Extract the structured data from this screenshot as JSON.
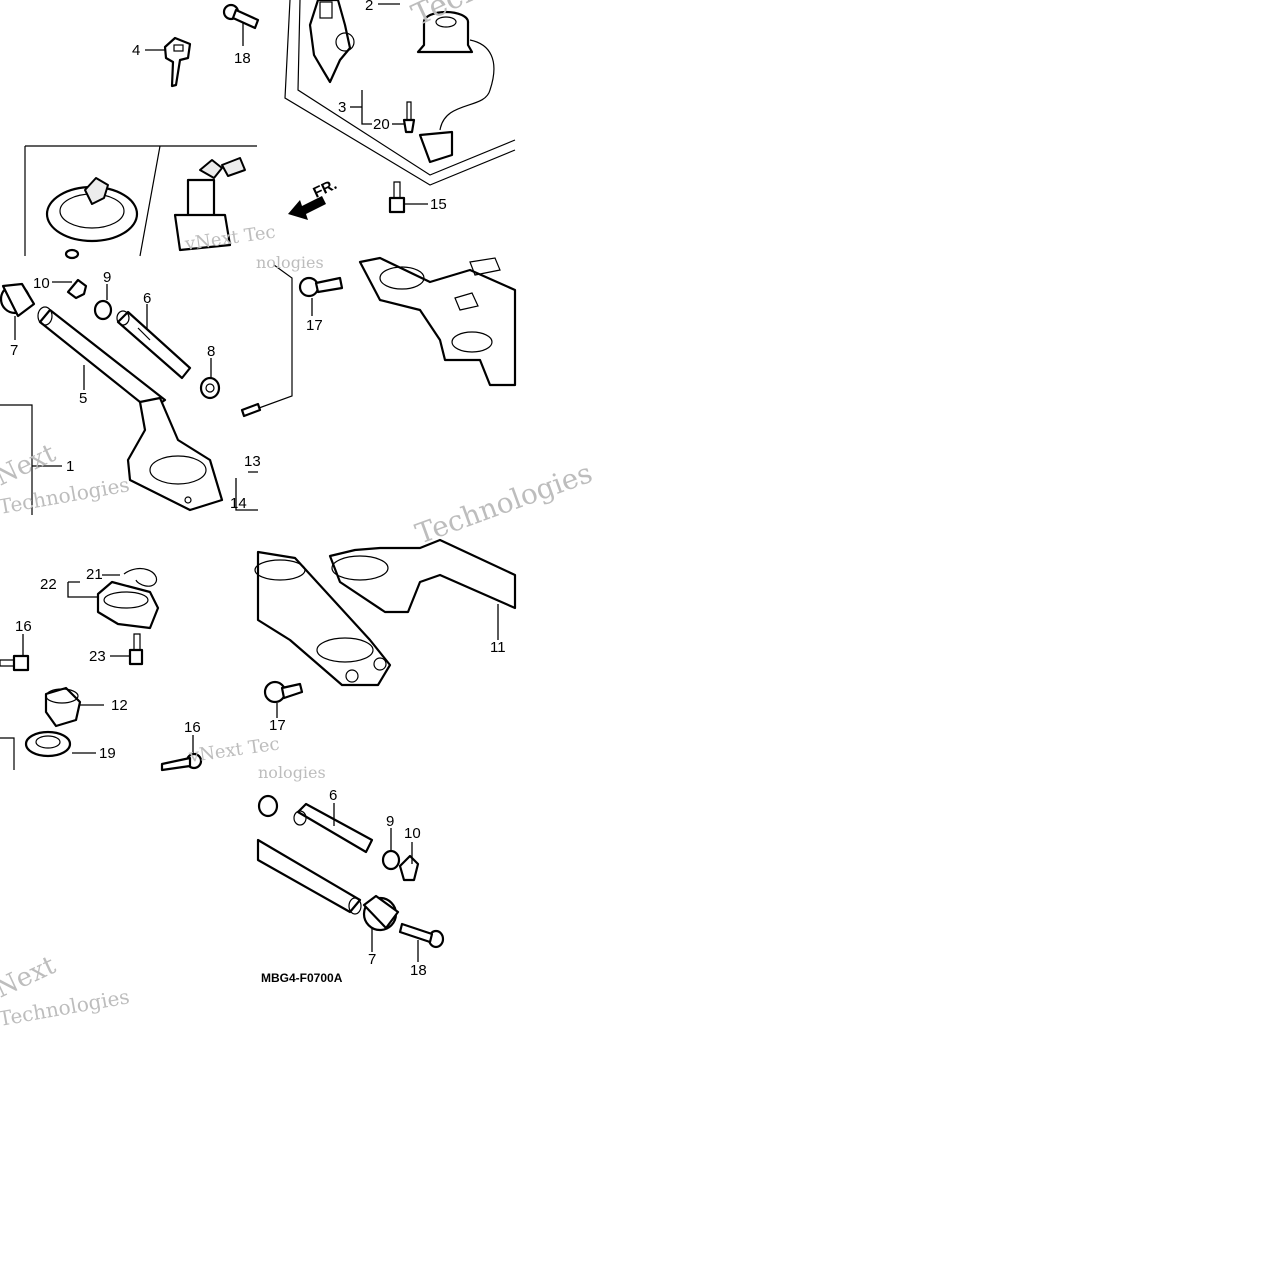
{
  "diagram": {
    "code": "MBG4-F0700A",
    "direction_label": "FR.",
    "callouts": {
      "t_2": "2",
      "t_4": "4",
      "t_18a": "18",
      "t_3": "3",
      "t_20": "20",
      "t_15": "15",
      "t_10a": "10",
      "t_9a": "9",
      "t_6a": "6",
      "t_7a": "7",
      "t_8": "8",
      "t_5": "5",
      "t_1": "1",
      "t_17a": "17",
      "t_13": "13",
      "t_14": "14",
      "t_22": "22",
      "t_21": "21",
      "t_16a": "16",
      "t_23": "23",
      "t_12": "12",
      "t_19": "19",
      "t_16b": "16",
      "t_11": "11",
      "t_17b": "17",
      "t_6b": "6",
      "t_9b": "9",
      "t_10b": "10",
      "t_7b": "7",
      "t_18b": "18"
    },
    "watermarks": {
      "w1": "Techno",
      "w2": "vNext Tec",
      "w3": "nologies",
      "w4": "Next",
      "w5": "Technologies",
      "w6": "Technologies",
      "w7": "vNext Tec",
      "w8": "nologies",
      "w9": "Next",
      "w10": "Technologies"
    }
  }
}
